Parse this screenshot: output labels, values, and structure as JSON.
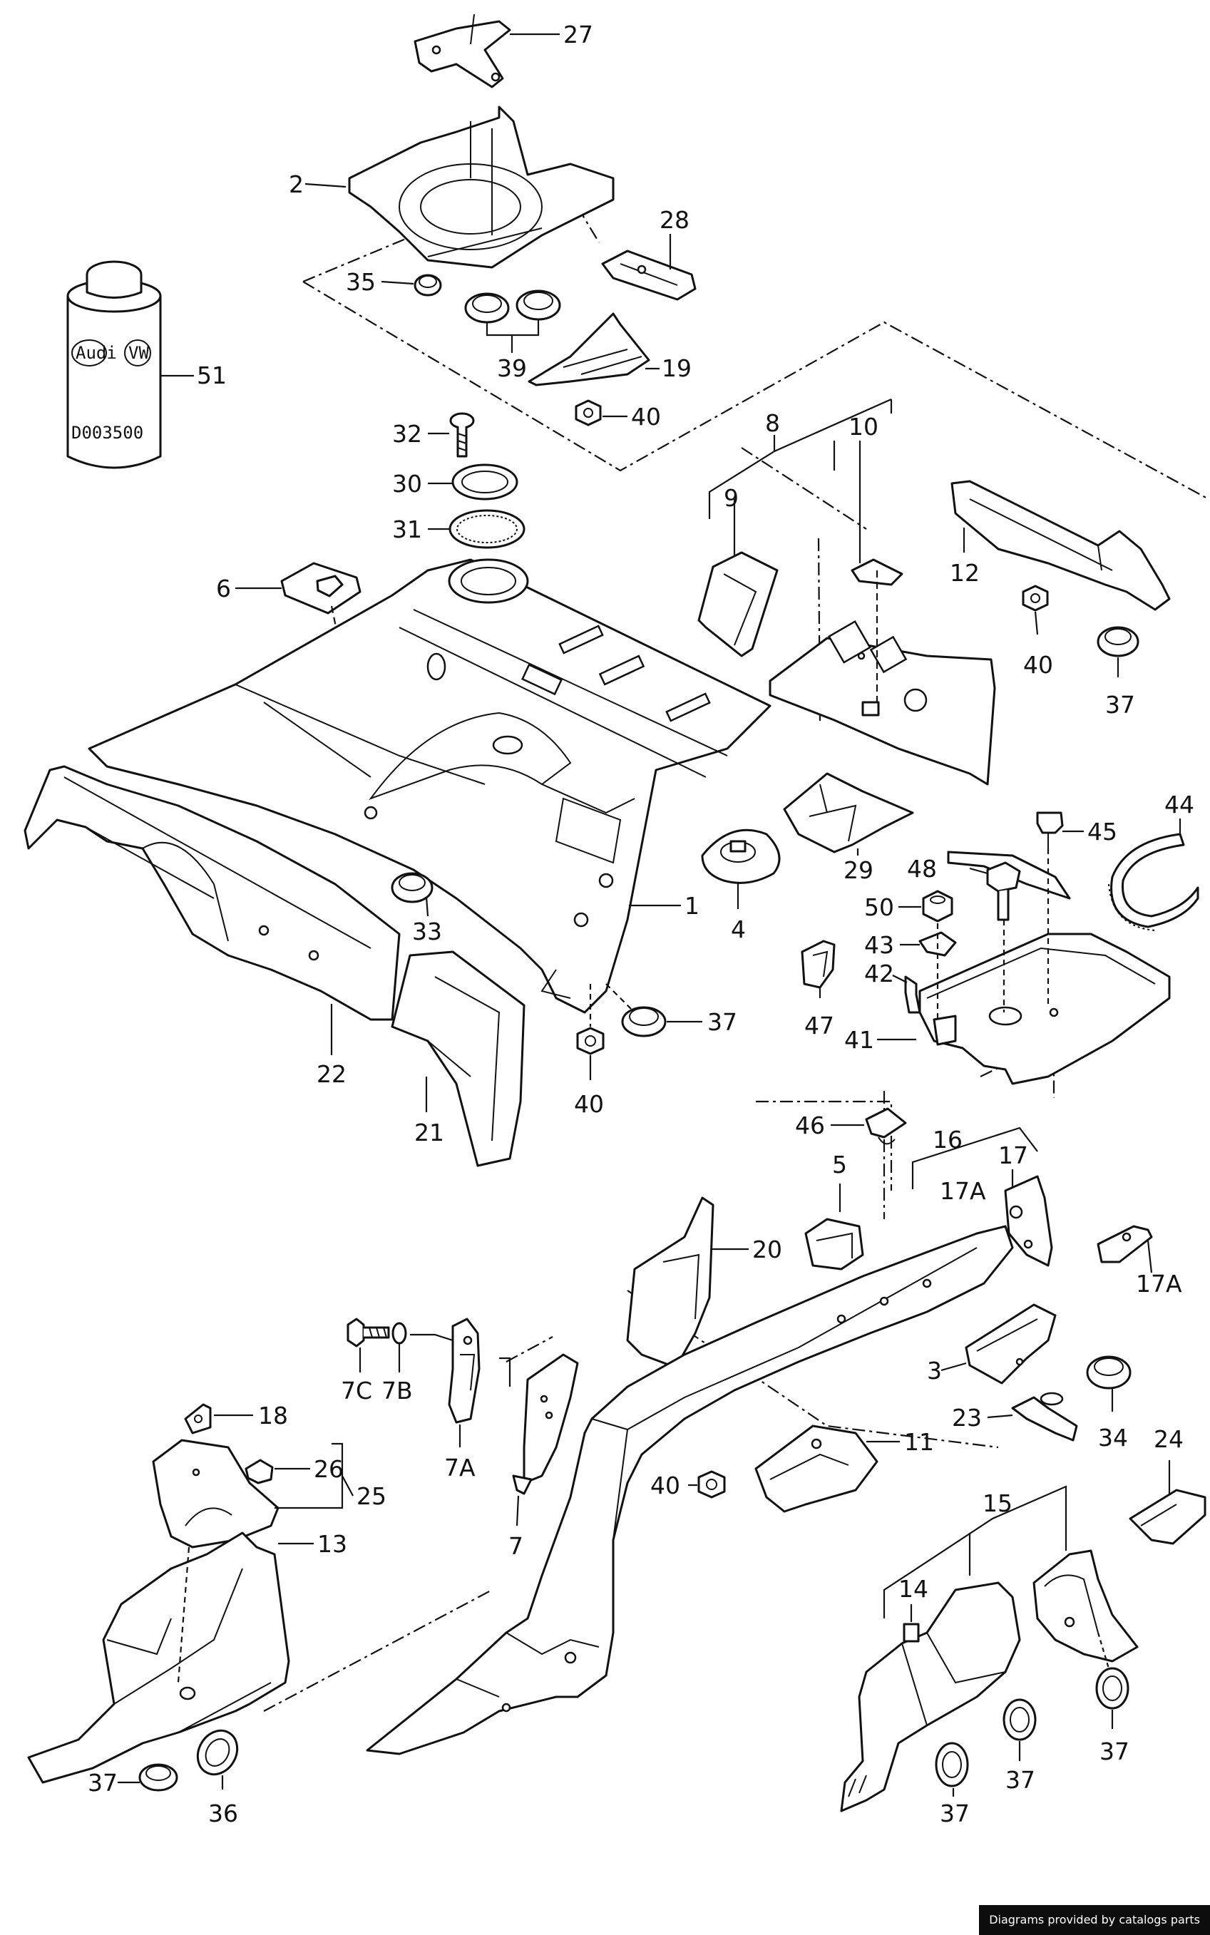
{
  "diagram": {
    "callouts": {
      "p1": "1",
      "p2": "2",
      "p3": "3",
      "p4": "4",
      "p5": "5",
      "p6": "6",
      "p7": "7",
      "p7A": "7A",
      "p7B": "7B",
      "p7C": "7C",
      "p8": "8",
      "p9": "9",
      "p10": "10",
      "p11": "11",
      "p12": "12",
      "p13": "13",
      "p14": "14",
      "p15": "15",
      "p16": "16",
      "p17": "17",
      "p17A": "17A",
      "p18": "18",
      "p19": "19",
      "p20": "20",
      "p21": "21",
      "p22": "22",
      "p23": "23",
      "p24": "24",
      "p25": "25",
      "p26": "26",
      "p27": "27",
      "p28": "28",
      "p29": "29",
      "p30": "30",
      "p31": "31",
      "p32": "32",
      "p33": "33",
      "p34": "34",
      "p35": "35",
      "p36": "36",
      "p37": "37",
      "p39": "39",
      "p40": "40",
      "p41": "41",
      "p42": "42",
      "p43": "43",
      "p44": "44",
      "p45": "45",
      "p46": "46",
      "p47": "47",
      "p48": "48",
      "p50": "50",
      "p51": "51"
    },
    "can": {
      "brand_left": "Audi",
      "brand_right": "VW",
      "code": "D003500"
    }
  },
  "footer": {
    "credit": "Diagrams provided by catalogs parts"
  },
  "colors": {
    "ink": "#111111",
    "paper": "#ffffff",
    "credit_bg": "#0d0d0d"
  }
}
